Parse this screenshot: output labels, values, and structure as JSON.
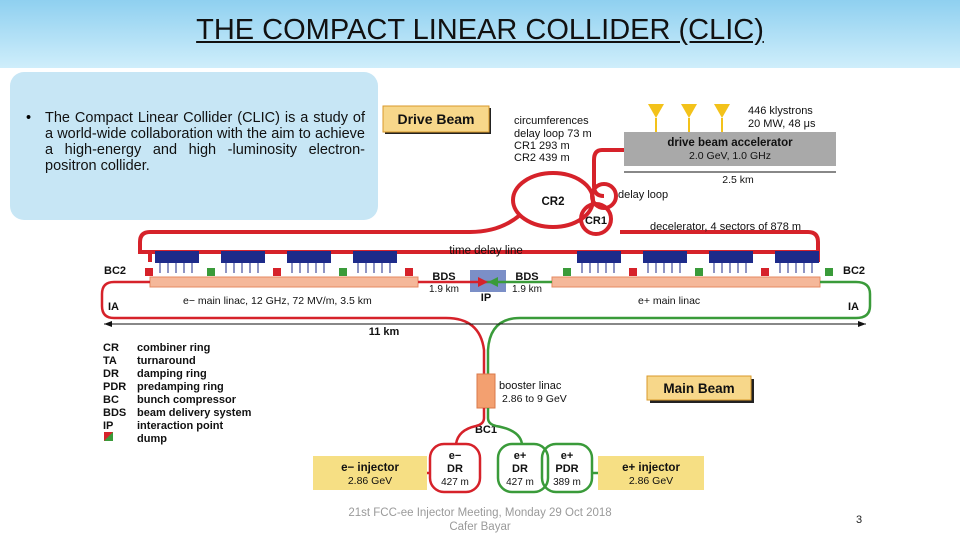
{
  "title": "THE COMPACT LINEAR COLLIDER (CLIC)",
  "bullet": "The Compact Linear Collider (CLIC) is a study of a world-wide collaboration with the aim to achieve a high-energy and high -luminosity electron-positron collider.",
  "diagram": {
    "drive_beam_label": "Drive Beam",
    "circumferences": [
      "circumferences",
      "delay loop 73 m",
      "CR1 293 m",
      "CR2 439 m"
    ],
    "klystrons": [
      "446 klystrons",
      "20 MW, 48 μs"
    ],
    "accelerator": [
      "drive beam accelerator",
      "2.0 GeV, 1.0 GHz"
    ],
    "accel_length": "2.5 km",
    "delay_loop": "delay loop",
    "cr2": "CR2",
    "cr1": "CR1",
    "decelerator": "decelerator, 4 sectors of 878 m",
    "time_delay": "time delay line",
    "bc2_left": "BC2",
    "bc2_right": "BC2",
    "ia_left": "IA",
    "ia_right": "IA",
    "bds_left": "BDS",
    "bds_right": "BDS",
    "bds_len_left": "1.9 km",
    "bds_len_right": "1.9 km",
    "ip": "IP",
    "main_linac_left": "e− main linac, 12 GHz, 72 MV/m, 3.5 km",
    "main_linac_right": "e+ main linac",
    "length_11km": "11 km",
    "legend": [
      {
        "abbr": "CR",
        "desc": "combiner ring"
      },
      {
        "abbr": "TA",
        "desc": "turnaround"
      },
      {
        "abbr": "DR",
        "desc": "damping ring"
      },
      {
        "abbr": "PDR",
        "desc": "predamping ring"
      },
      {
        "abbr": "BC",
        "desc": "bunch compressor"
      },
      {
        "abbr": "BDS",
        "desc": "beam delivery system"
      },
      {
        "abbr": "IP",
        "desc": "interaction point"
      },
      {
        "abbr": "",
        "desc": "dump"
      }
    ],
    "booster": [
      "booster linac",
      "2.86 to 9 GeV"
    ],
    "main_beam_label": "Main Beam",
    "bc1": "BC1",
    "e_minus_injector": [
      "e− injector",
      "2.86 GeV"
    ],
    "e_plus_injector": [
      "e+ injector",
      "2.86 GeV"
    ],
    "ring_e_minus_dr": [
      "e−",
      "DR",
      "427 m"
    ],
    "ring_e_plus_dr": [
      "e+",
      "DR",
      "427 m"
    ],
    "ring_e_plus_pdr": [
      "e+",
      "PDR",
      "389 m"
    ]
  },
  "footer": [
    "21st FCC-ee Injector Meeting, Monday 29 Oct 2018",
    "Cafer Bayar"
  ],
  "page_number": "3"
}
